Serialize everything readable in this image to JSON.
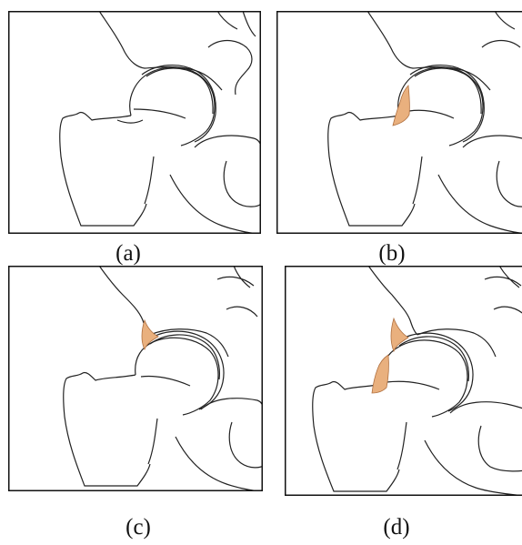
{
  "colors": {
    "lesion": "#e9b07e",
    "lesion_stroke": "#b07040",
    "line": "#222222",
    "frame": "#111111"
  },
  "panels": [
    {
      "id": "a",
      "caption": "(a)",
      "cam_lesion": false,
      "pincer_lesion": false
    },
    {
      "id": "b",
      "caption": "(b)",
      "cam_lesion": true,
      "pincer_lesion": false
    },
    {
      "id": "c",
      "caption": "(c)",
      "cam_lesion": false,
      "pincer_lesion": true
    },
    {
      "id": "d",
      "caption": "(d)",
      "cam_lesion": true,
      "pincer_lesion": true
    }
  ]
}
